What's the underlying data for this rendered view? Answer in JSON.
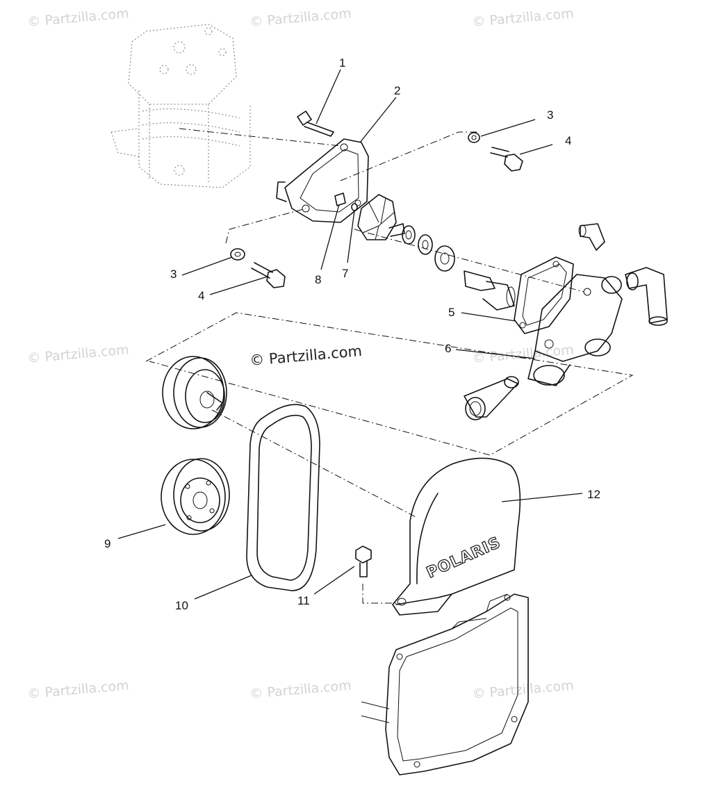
{
  "watermark": {
    "text": "© Partzilla.com",
    "center_text": "© Partzilla.com"
  },
  "brand_logo": "POLARIS",
  "callouts": {
    "c1": "1",
    "c2": "2",
    "c3_right": "3",
    "c4_right": "4",
    "c3_left": "3",
    "c4_left": "4",
    "c5": "5",
    "c6": "6",
    "c7": "7",
    "c8": "8",
    "c9": "9",
    "c10": "10",
    "c11": "11",
    "c12": "12"
  }
}
